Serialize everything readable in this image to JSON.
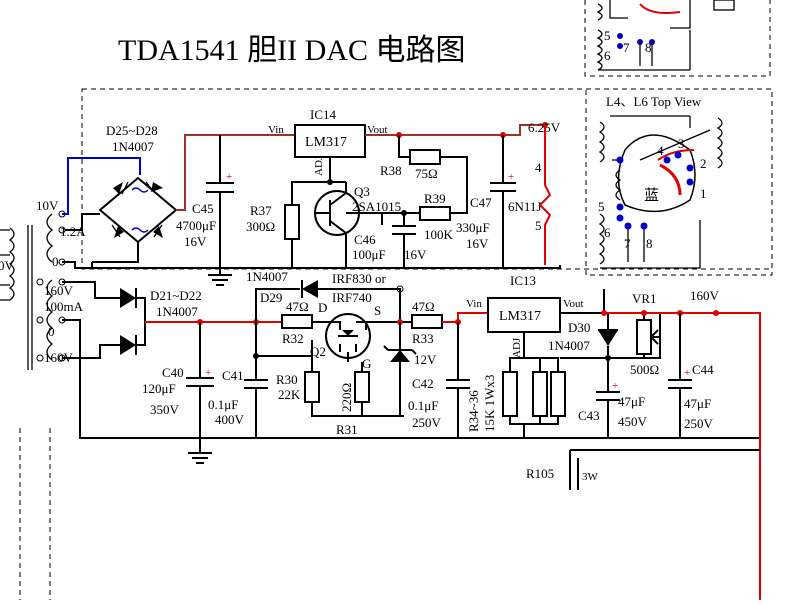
{
  "title": "TDA1541 胆II  DAC 电路图",
  "transformer": {
    "v10": "10V",
    "a12": "1.2A",
    "zero_top": "0",
    "v160a": "160V",
    "ma100": "100mA",
    "zero_bot": "0",
    "v160b": "160V",
    "left_edge": "0V"
  },
  "bridge": {
    "name": "D25~D28",
    "part": "1N4007"
  },
  "c45": {
    "name": "C45",
    "value": "4700μF",
    "volt": "16V"
  },
  "ic14": {
    "name": "IC14",
    "part": "LM317",
    "vin": "Vin",
    "vout": "Vout",
    "adj": "ADJ"
  },
  "r38": {
    "name": "R38",
    "value": "75Ω"
  },
  "r37": {
    "name": "R37",
    "value": "300Ω"
  },
  "q3": {
    "name": "Q3",
    "part": "2SA1015"
  },
  "r39": {
    "name": "R39",
    "value": "100K"
  },
  "c46": {
    "name": "C46",
    "value": "100μF",
    "volt": "16V"
  },
  "c47": {
    "name": "C47",
    "value": "330μF",
    "volt": "16V"
  },
  "out_625": "6.25V",
  "out_part": "6N11J",
  "pin4": "4",
  "pin5": "5",
  "d21": {
    "name": "D21~D22",
    "part": "1N4007"
  },
  "c40": {
    "name": "C40",
    "value": "120μF",
    "volt": "350V"
  },
  "c41": {
    "name": "C41",
    "value": "0.1μF",
    "volt": "400V"
  },
  "d29": {
    "name": "D29",
    "part": "1N4007"
  },
  "r32": {
    "name": "R32",
    "value": "47Ω"
  },
  "r30": {
    "name": "R30",
    "value": "22K"
  },
  "q2": {
    "name": "Q2",
    "part": "IRF830 or",
    "part2": "IRF740",
    "d": "D",
    "s": "S",
    "g": "G"
  },
  "r31": {
    "name": "R31",
    "value": "220Ω"
  },
  "r33": {
    "name": "R33",
    "value": "47Ω"
  },
  "zener": "12V",
  "c42": {
    "name": "C42",
    "value": "0.1μF",
    "volt": "250V"
  },
  "ic13": {
    "name": "IC13",
    "part": "LM317",
    "vin": "Vin",
    "vout": "Vout",
    "adj": "ADJ"
  },
  "r3436": {
    "name": "R34~36",
    "value": "15K 1Wx3"
  },
  "c43": {
    "name": "C43",
    "value": "47μF",
    "volt": "450V"
  },
  "d30": {
    "name": "D30",
    "part": "1N4007"
  },
  "vr1": {
    "name": "VR1",
    "value": "500Ω"
  },
  "c44": {
    "name": "C44",
    "value": "47μF",
    "volt": "250V"
  },
  "out_160": "160V",
  "r105": "R105",
  "r105_tail": "3W",
  "inset": {
    "title": "L4、L6  Top View",
    "color_label": "蓝",
    "pins": [
      "1",
      "2",
      "3",
      "4",
      "5",
      "6",
      "7",
      "8"
    ]
  },
  "top_inset": {
    "pins": [
      "5",
      "6",
      "7",
      "8"
    ]
  }
}
